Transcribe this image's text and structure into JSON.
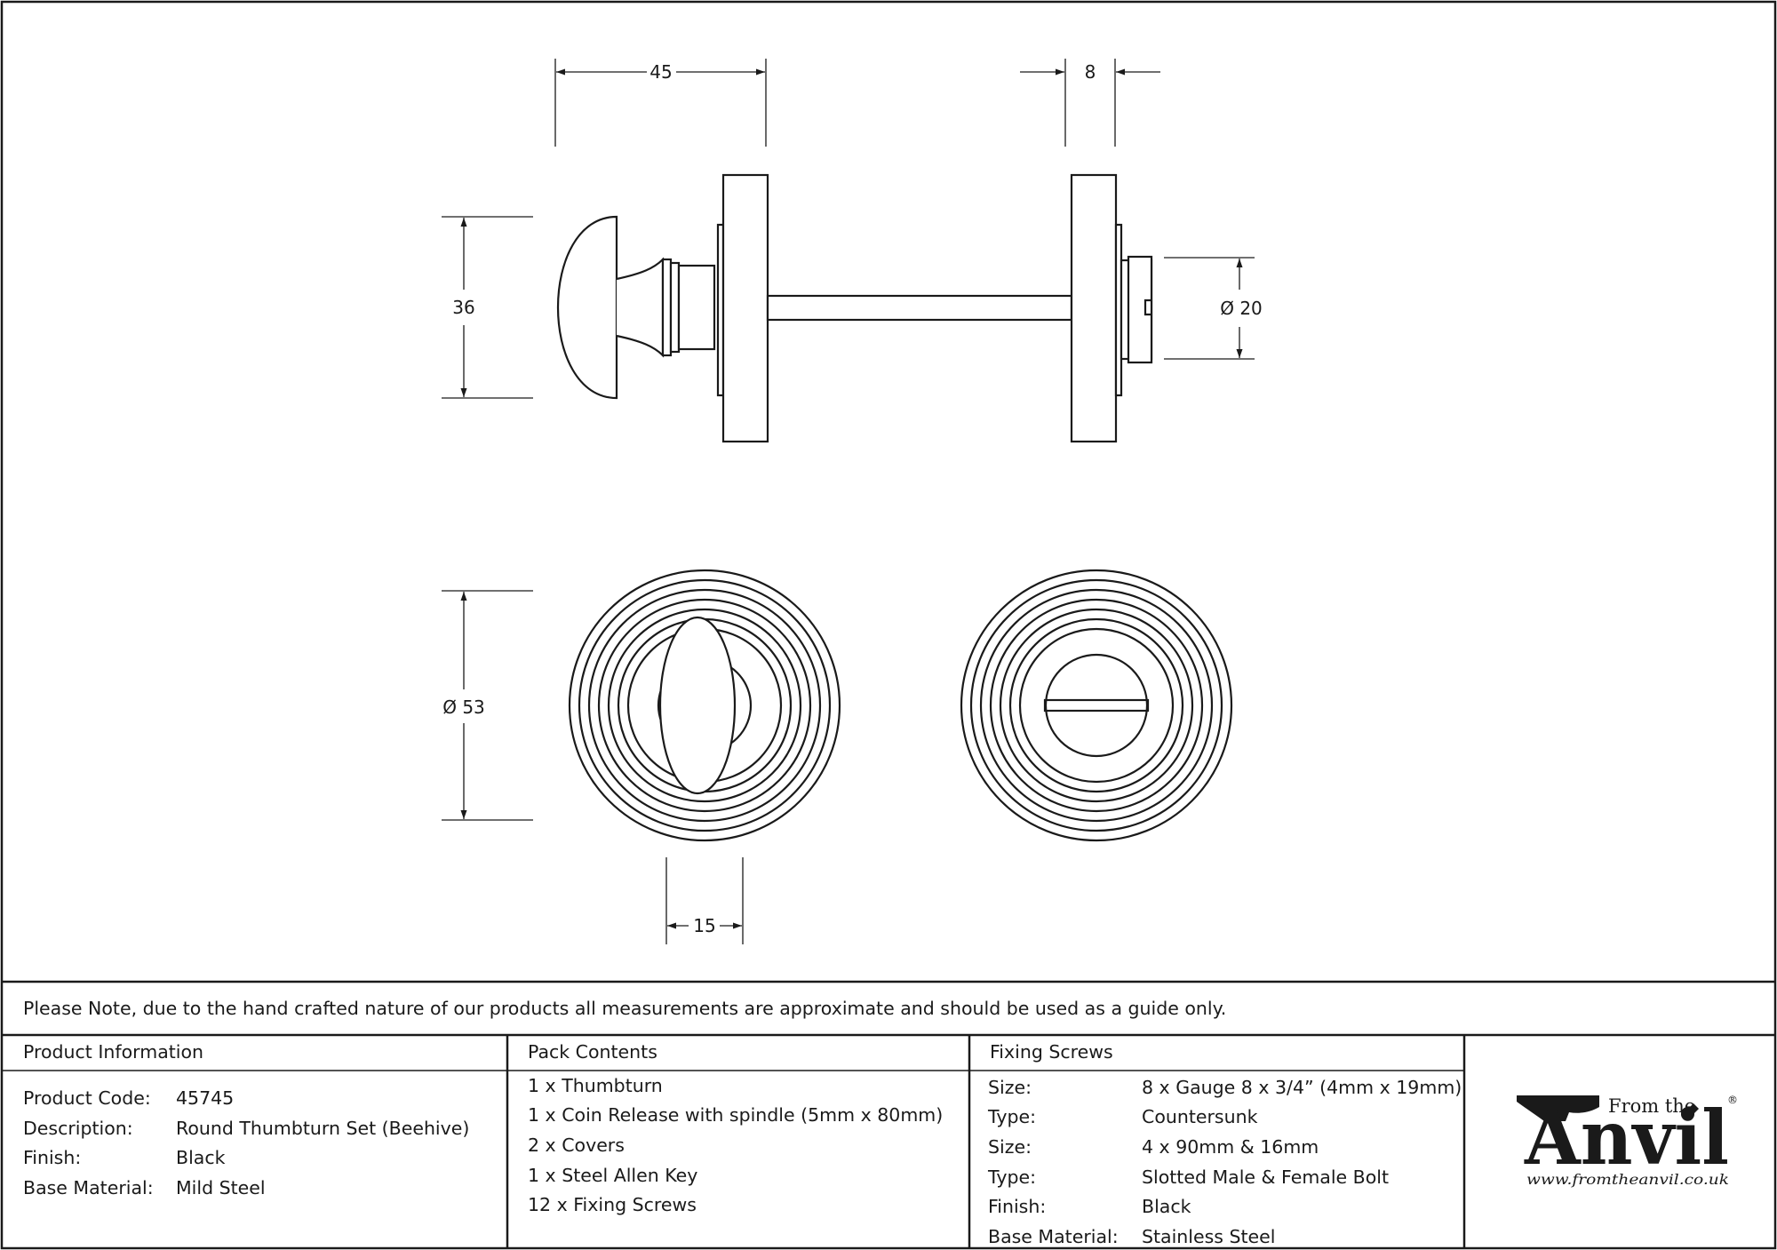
{
  "drawing": {
    "dims": {
      "width_45": "45",
      "thickness_8": "8",
      "height_36": "36",
      "diameter_20": "Ø 20",
      "diameter_53": "Ø 53",
      "width_15": "15"
    }
  },
  "note": "Please Note, due to the hand crafted nature of our products all measurements are approximate and should be used as a guide only.",
  "product_info": {
    "header": "Product Information",
    "rows": [
      {
        "label": "Product Code:",
        "value": "45745"
      },
      {
        "label": "Description:",
        "value": "Round Thumbturn Set (Beehive)"
      },
      {
        "label": "Finish:",
        "value": "Black"
      },
      {
        "label": "Base Material:",
        "value": "Mild Steel"
      }
    ]
  },
  "pack_contents": {
    "header": "Pack Contents",
    "items": [
      "1 x Thumbturn",
      "1 x Coin Release with spindle (5mm x 80mm)",
      "2 x Covers",
      "1 x Steel Allen Key",
      "12 x Fixing Screws"
    ]
  },
  "fixing_screws": {
    "header": "Fixing Screws",
    "rows": [
      {
        "label": "Size:",
        "value": "8 x Gauge 8 x 3/4” (4mm x 19mm)"
      },
      {
        "label": "Type:",
        "value": "Countersunk"
      },
      {
        "label": "Size:",
        "value": "4 x 90mm & 16mm"
      },
      {
        "label": "Type:",
        "value": "Slotted Male & Female Bolt"
      },
      {
        "label": "Finish:",
        "value": "Black"
      },
      {
        "label": "Base Material:",
        "value": "Stainless Steel"
      }
    ]
  },
  "logo": {
    "from_the": "From the",
    "brand": "Anvil",
    "registered": "®",
    "url": "www.fromtheanvil.co.uk"
  },
  "colors": {
    "ink": "#1a1a1a",
    "background": "#ffffff"
  }
}
